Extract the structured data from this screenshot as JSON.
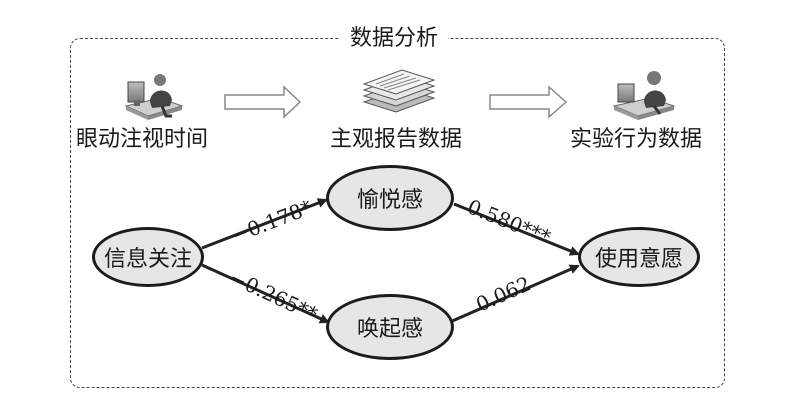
{
  "frame": {
    "title": "数据分析"
  },
  "sources": [
    {
      "label": "眼动注视时间",
      "icon": "person-at-computer-icon"
    },
    {
      "label": "主观报告数据",
      "icon": "paper-stack-icon"
    },
    {
      "label": "实验行为数据",
      "icon": "person-at-computer-icon"
    }
  ],
  "nodes": {
    "info": "信息关注",
    "pleasure": "愉悦感",
    "arousal": "唤起感",
    "intention": "使用意愿"
  },
  "paths": {
    "info_pleasure": "−0.178*",
    "info_arousal": "−0.265**",
    "pleasure_intention": "0.580***",
    "arousal_intention": "0.062"
  }
}
